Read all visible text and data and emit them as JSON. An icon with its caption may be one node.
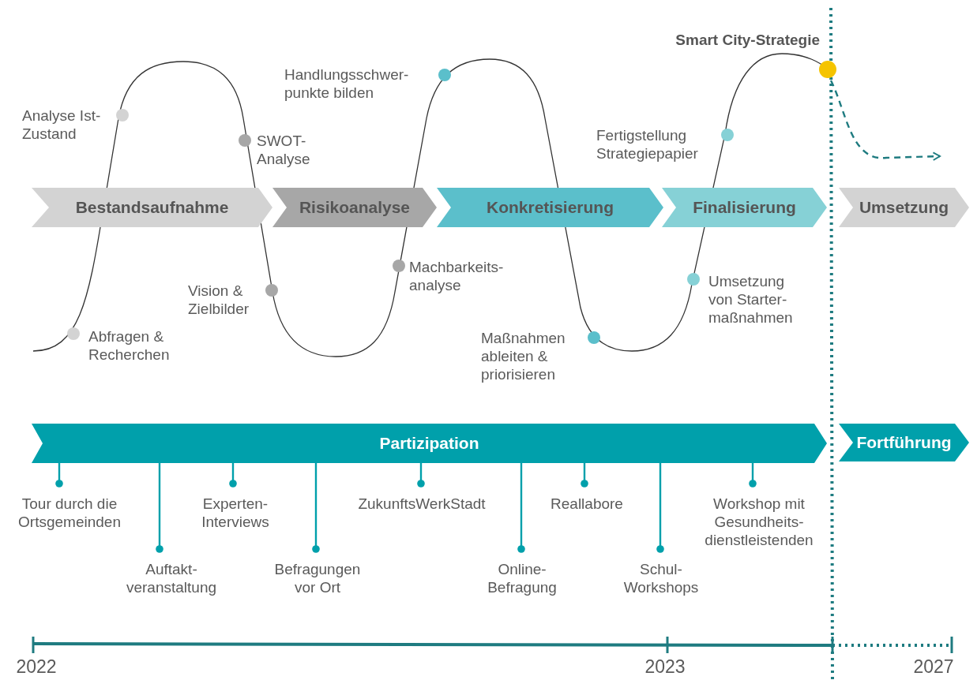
{
  "diagram": {
    "nodes": [
      {
        "text": [
          "Bestandsaufnahme"
        ]
      },
      {
        "text": [
          "Risikoanalyse"
        ]
      },
      {
        "text": [
          "Konkretisierung"
        ]
      },
      {
        "text": [
          "Finalisierung"
        ]
      },
      {
        "text": [
          "Umsetzung"
        ]
      },
      {
        "text": [
          "Smart City-Strategie"
        ]
      },
      {
        "text": [
          "Analyse Ist- Zustand"
        ]
      },
      {
        "text": [
          "SWOT- Analyse"
        ]
      },
      {
        "text": [
          "Handlungsschwer- punkte bilden"
        ]
      },
      {
        "text": [
          "Fertigstellung Strategiepapier"
        ]
      },
      {
        "text": [
          "Abfragen & Recherchen"
        ]
      },
      {
        "text": [
          "Vision & Zielbilder"
        ]
      },
      {
        "text": [
          "Machbarkeits- analyse"
        ]
      },
      {
        "text": [
          "Umsetzung von Starter- maßnahmen"
        ]
      },
      {
        "text": [
          "Maßnahmen ableiten & priorisieren"
        ]
      },
      {
        "text": [
          "Partizipation"
        ]
      },
      {
        "text": [
          "Fortführung"
        ]
      },
      {
        "text": [
          "Tour durch die Ortsgemeinden"
        ]
      },
      {
        "text": [
          "Auftakt- veranstaltung"
        ]
      },
      {
        "text": [
          "Experten- Interviews"
        ]
      },
      {
        "text": [
          "Befragungen vor Ort"
        ]
      },
      {
        "text": [
          "ZukunftsWerkStadt"
        ]
      },
      {
        "text": [
          "Online- Befragung"
        ]
      },
      {
        "text": [
          "Reallabore"
        ]
      },
      {
        "text": [
          "Schul- Workshops"
        ]
      },
      {
        "text": [
          "Workshop mit Gesundheits- dienstleistenden"
        ]
      }
    ],
    "edges": [
      {
        "from": 5,
        "to": null,
        "arrow": "to",
        "style": "dashed",
        "color": "#1e7b80"
      },
      {
        "from": 15,
        "to": 17,
        "arrow": "other"
      },
      {
        "from": 15,
        "to": 18,
        "arrow": "other"
      },
      {
        "from": 15,
        "to": 19,
        "arrow": "other"
      },
      {
        "from": 15,
        "to": 20,
        "arrow": "other"
      },
      {
        "from": 15,
        "to": 21,
        "arrow": "other"
      },
      {
        "from": 15,
        "to": 22,
        "arrow": "other"
      },
      {
        "from": 15,
        "to": 23,
        "arrow": "other"
      },
      {
        "from": 15,
        "to": 24,
        "arrow": "other"
      },
      {
        "from": 15,
        "to": 25,
        "arrow": "other"
      }
    ],
    "labels": [
      "2022",
      "2023",
      "2027"
    ]
  }
}
